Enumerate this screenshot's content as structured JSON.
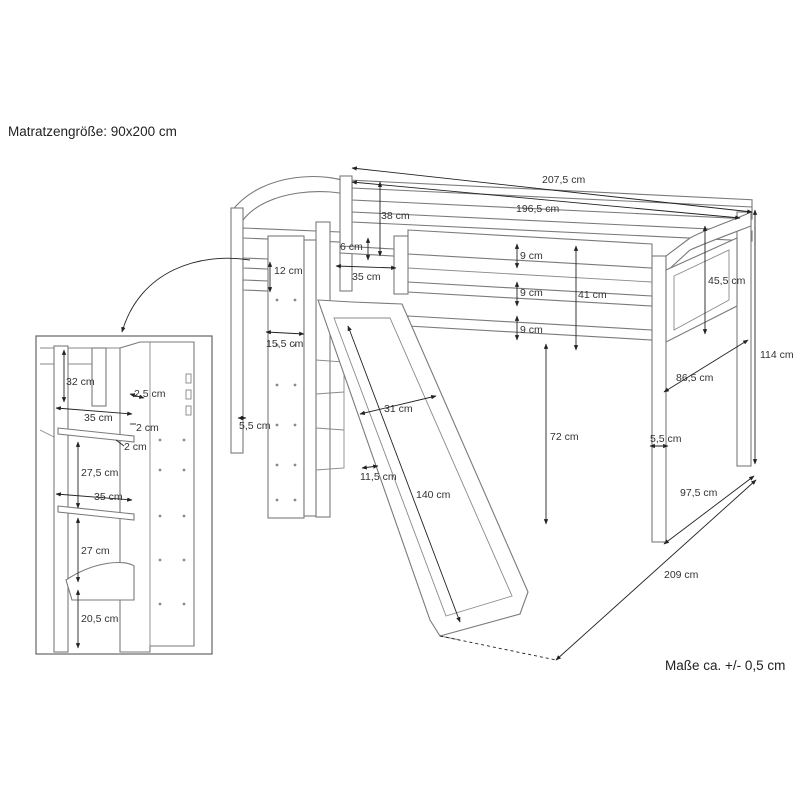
{
  "notes": {
    "mattress": "Matratzengröße: 90x200 cm",
    "tolerance": "Maße ca. +/- 0,5 cm"
  },
  "dimensions": {
    "total_length": "207,5 cm",
    "inner_length": "196,5 cm",
    "guard_height": "38 cm",
    "height": "114 cm",
    "head_height": "45,5 cm",
    "rail_gap_1": "9 cm",
    "rail_gap_2": "9 cm",
    "rail_gap_3": "9 cm",
    "rail_span": "41 cm",
    "entry_gap": "6 cm",
    "entry_width": "35 cm",
    "post_12": "12 cm",
    "post_15_5": "15,5 cm",
    "leg_5_5_left": "5,5 cm",
    "leg_5_5_right": "5,5 cm",
    "depth_inner": "86,5 cm",
    "depth_total": "97,5 cm",
    "length_total_floor": "209 cm",
    "slide_width": "31 cm",
    "slide_length": "140 cm",
    "slide_offset": "11,5 cm",
    "under_height": "72 cm"
  },
  "ladder": {
    "d32": "32 cm",
    "d2_5": "2,5 cm",
    "d35_top": "35 cm",
    "d2_a": "2 cm",
    "d2_b": "2 cm",
    "d27_5": "27,5 cm",
    "d35_mid": "35 cm",
    "d27": "27 cm",
    "d20_5": "20,5 cm"
  }
}
